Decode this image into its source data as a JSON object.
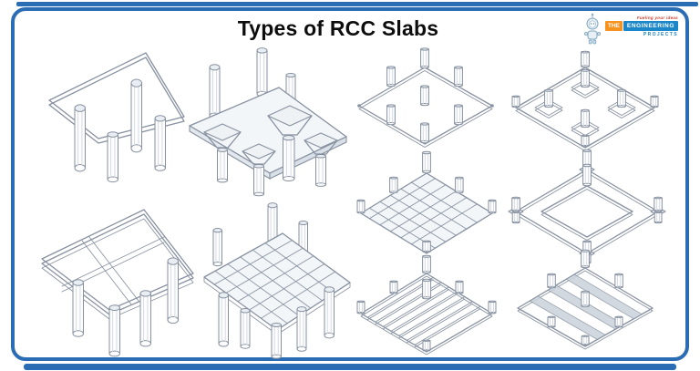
{
  "header": {
    "title": "Types of RCC Slabs"
  },
  "logo": {
    "tagline": "Fueling your ideas",
    "the": "THE",
    "engineering": "ENGINEERING",
    "projects": "PROJECTS",
    "mascot": "robot-icon"
  },
  "colors": {
    "frame_blue": "#2a6db5",
    "line_gray": "#8791a0",
    "slab_fill": "#f3f6f8",
    "beam_band": "#c9d2da",
    "logo_orange": "#f6921e",
    "logo_blue": "#1b87c9",
    "tagline_red": "#d03a2b",
    "title_ink": "#0d0d0d"
  },
  "diagrams": [
    {
      "name": "flat-plate-slab-on-columns-perspective"
    },
    {
      "name": "flat-slab-with-column-capitals-perspective"
    },
    {
      "name": "slab-supported-on-beams-perspective"
    },
    {
      "name": "waffle-grid-slab-perspective"
    },
    {
      "name": "flat-plate-slab"
    },
    {
      "name": "flat-slab-with-drop-panels"
    },
    {
      "name": "waffle-slab"
    },
    {
      "name": "two-way-slab-with-edge-beams"
    },
    {
      "name": "one-way-joist-ribbed-slab"
    },
    {
      "name": "one-way-slab-with-beams"
    }
  ]
}
